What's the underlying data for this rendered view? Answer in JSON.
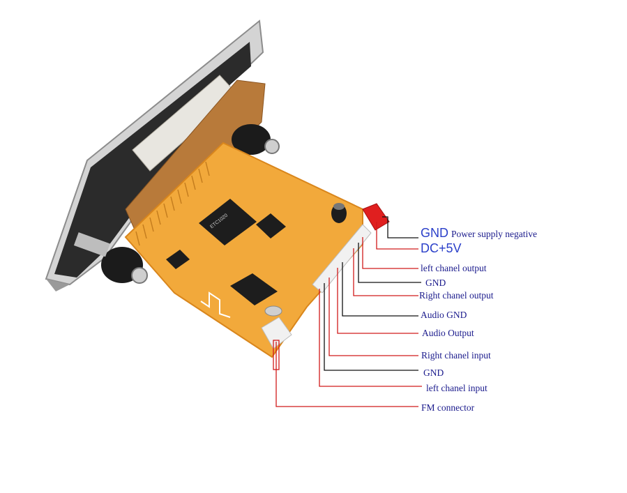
{
  "labels": {
    "gnd_power": {
      "main": "GND",
      "sub": "Power supply negative"
    },
    "dc5v": "DC+5V",
    "left_out": "left chanel output",
    "gnd1": "GND",
    "right_out": "Right chanel output",
    "audio_gnd": "Audio GND",
    "audio_out": "Audio Output",
    "right_in": "Right chanel input",
    "gnd2": "GND",
    "left_in": "left chanel input",
    "fm": "FM connector"
  },
  "colors": {
    "pcb": "#f2a93b",
    "pcb_edge": "#d9861c",
    "panel": "#2b2b2b",
    "chrome": "#cfcfcf",
    "lead_red": "#d11a1a",
    "lead_black": "#111111",
    "label_text": "#1a1a8c",
    "label_big": "#2a3fc9"
  },
  "chip_marking": "ETC1020"
}
